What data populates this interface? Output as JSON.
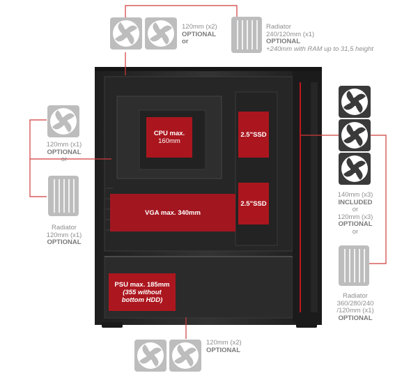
{
  "colors": {
    "accent": "#c0161f",
    "case": "#2a2a2a",
    "label": "#8e8e8e",
    "fan": "#b8b8b8"
  },
  "top_fans": {
    "icons": [
      "fan-icon",
      "fan-icon"
    ],
    "line1": "120mm (x2)",
    "line2": "OPTIONAL",
    "line3": "or"
  },
  "top_radiator": {
    "icon": "radiator-icon",
    "line1": "Radiator",
    "line2": "240/120mm (x1)",
    "line3": "OPTIONAL",
    "line4": "+240mm with RAM up to 31,5 height"
  },
  "rear_fan": {
    "icon": "fan-icon",
    "line1": "120mm (x1)",
    "line2": "OPTIONAL",
    "line3": "or"
  },
  "rear_radiator": {
    "icon": "radiator-icon",
    "line1": "Radiator",
    "line2": "120mm (x1)",
    "line3": "OPTIONAL"
  },
  "front_fans": {
    "icons": [
      "fan-icon",
      "fan-icon",
      "fan-icon"
    ],
    "line1": "140mm (x3)",
    "line2": "INCLUDED",
    "line3": "or",
    "line4": "120mm (x3)",
    "line5": "OPTIONAL",
    "line6": "or"
  },
  "front_radiator": {
    "icon": "radiator-icon",
    "line1": "Radiator",
    "line2": "360/280/240",
    "line3": "/120mm (x1)",
    "line4": "OPTIONAL"
  },
  "bottom_fans": {
    "icons": [
      "fan-icon",
      "fan-icon"
    ],
    "line1": "120mm (x2)",
    "line2": "OPTIONAL"
  },
  "clearances": {
    "cpu": {
      "line1": "CPU max.",
      "line2": "160mm"
    },
    "ssd_top": "2.5\"SSD",
    "ssd_bottom": "2.5\"SSD",
    "vga": "VGA max. 340mm",
    "psu": {
      "line1": "PSU max. 185mm",
      "line2": "(355 without",
      "line3": "bottom HDD)"
    }
  }
}
